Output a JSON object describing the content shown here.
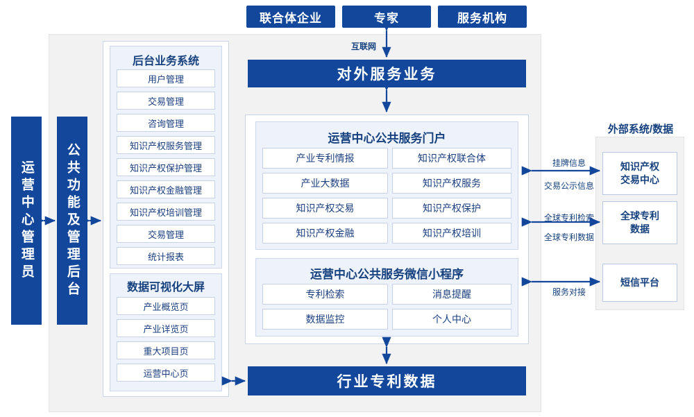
{
  "top_entities": [
    {
      "label": "联合体企业"
    },
    {
      "label": "专家"
    },
    {
      "label": "服务机构"
    }
  ],
  "internet_label": "互联网",
  "external_service": {
    "title": "对外服务业务"
  },
  "left_roles": [
    {
      "label": "运营中心管理员"
    },
    {
      "label": "公共功能及管理后台"
    }
  ],
  "backend": {
    "title": "后台业务系统",
    "items": [
      "用户管理",
      "交易管理",
      "咨询管理",
      "知识产权服务管理",
      "知识产权保护管理",
      "知识产权金融管理",
      "知识产权培训管理",
      "交易管理",
      "统计报表"
    ]
  },
  "dashboard": {
    "title": "数据可视化大屏",
    "items": [
      "产业概览页",
      "产业详览页",
      "重大项目页",
      "运营中心页"
    ]
  },
  "portal": {
    "title": "运营中心公共服务门户",
    "items": [
      "产业专利情报",
      "知识产权联合体",
      "产业大数据",
      "知识产权服务",
      "知识产权交易",
      "知识产权保护",
      "知识产权金融",
      "知识产权培训"
    ]
  },
  "miniprogram": {
    "title": "运营中心公共服务微信小程序",
    "items": [
      "专利检索",
      "消息提醒",
      "数据监控",
      "个人中心"
    ]
  },
  "industry_data": {
    "title": "行业专利数据"
  },
  "external": {
    "title": "外部系统/数据",
    "systems": [
      {
        "label": "知识产权\n交易中心"
      },
      {
        "label": "全球专利\n数据"
      },
      {
        "label": "短信平台"
      }
    ],
    "link_labels": [
      "挂牌信息",
      "交易公示信息",
      "全球专利检索",
      "全球专利数据",
      "服务对接"
    ]
  },
  "colors": {
    "brand_blue": "#12479b",
    "panel_grey": "#f2f2f2",
    "cell_border": "#c5d2e8",
    "light_panel": "#eef2fa",
    "text_blue": "#16417f"
  }
}
